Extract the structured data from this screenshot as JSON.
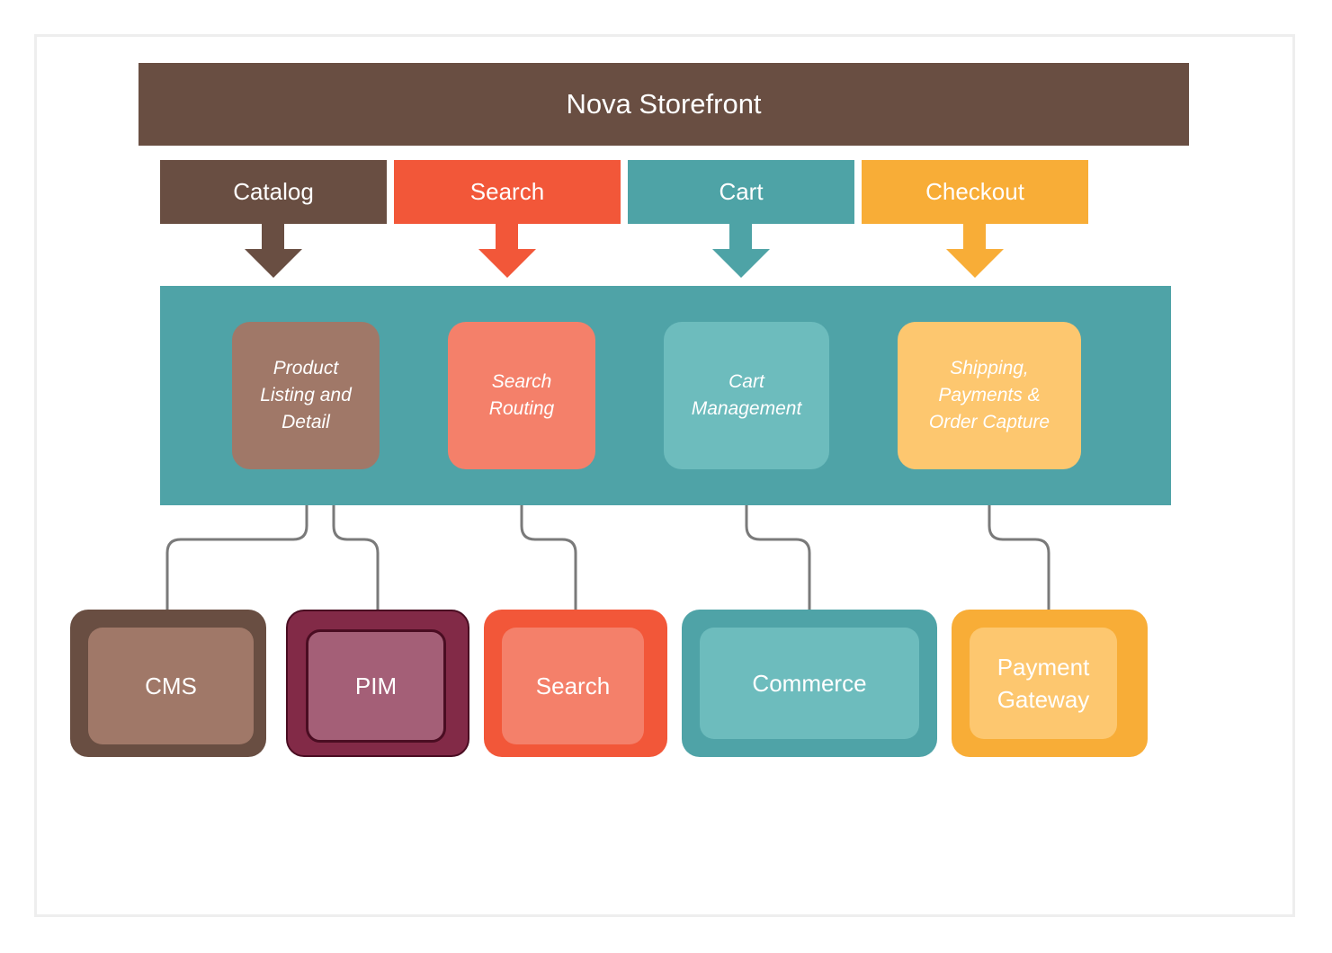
{
  "banner": {
    "title": "Nova Storefront",
    "color": "#694e42"
  },
  "tabs": [
    {
      "label": "Catalog",
      "color": "#694e42"
    },
    {
      "label": "Search",
      "color": "#f25739"
    },
    {
      "label": "Cart",
      "color": "#4ea3a6"
    },
    {
      "label": "Checkout",
      "color": "#f8ad37"
    }
  ],
  "panel": {
    "color": "#4fa3a7"
  },
  "modules": [
    {
      "label": "Product\nListing  and\nDetail",
      "color": "#a07868"
    },
    {
      "label": "Search\nRouting",
      "color": "#f4806a"
    },
    {
      "label": "Cart\nManagement",
      "color": "#6dbcbd"
    },
    {
      "label": "Shipping,\nPayments &\nOrder Capture",
      "color": "#fdc76f"
    }
  ],
  "systems": [
    {
      "label": "CMS",
      "outer_color": "#694e42",
      "inner_color": "#a07868"
    },
    {
      "label": "PIM",
      "outer_color": "#822a47",
      "inner_color": "#a45f77"
    },
    {
      "label": "Search",
      "outer_color": "#f25739",
      "inner_color": "#f4806a"
    },
    {
      "label": "Commerce",
      "outer_color": "#4fa3a7",
      "inner_color": "#6dbcbd"
    },
    {
      "label": "Payment\nGateway",
      "outer_color": "#f8ad37",
      "inner_color": "#fdc76f"
    }
  ],
  "connector_color": "#7a7a7a"
}
